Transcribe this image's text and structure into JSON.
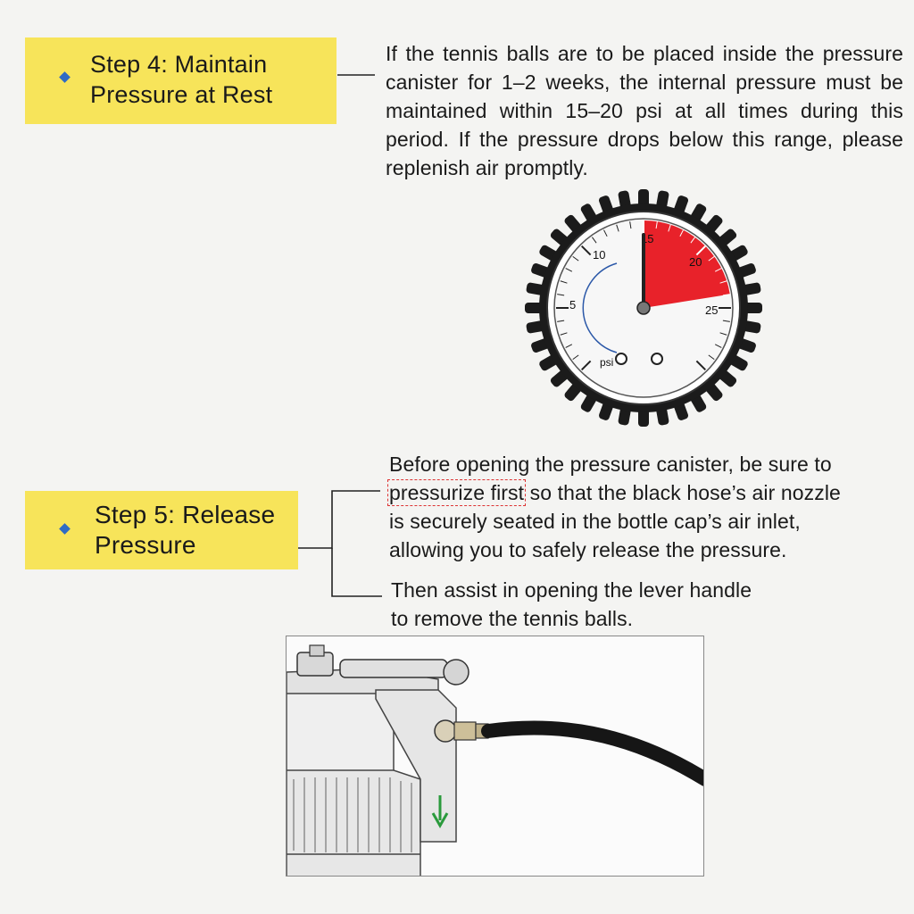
{
  "step4": {
    "title": "Step 4: Maintain Pressure at Rest",
    "body": "If the tennis balls are to be placed inside the pressure canister for 1–2 weeks, the internal pressure must be maintained within 15–20 psi at all times during this period. If the pressure drops below this range, please replenish air promptly."
  },
  "gauge": {
    "unit": "psi",
    "outer_scale": [
      "5",
      "10",
      "15",
      "20",
      "25"
    ],
    "accent_color": "#e8222a",
    "needle_value": 15
  },
  "step5": {
    "title": "Step 5: Release Pressure",
    "body_prefix": "Before opening the pressure canister, be sure to",
    "body_highlight": "pressurize first",
    "body_suffix": "so that the black hose’s air nozzle is securely seated in the bottle cap’s air inlet, allowing you to safely release the pressure.",
    "body2": "Then assist in opening the lever handle to remove the tennis balls."
  },
  "colors": {
    "step_box": "#f7e45a",
    "bullet": "#2f6bc4",
    "highlight_outline": "#d33333",
    "arrow": "#2a9a3c"
  },
  "icons": [
    "diamond-bullet-icon",
    "pressure-gauge-icon",
    "down-arrow-icon"
  ]
}
